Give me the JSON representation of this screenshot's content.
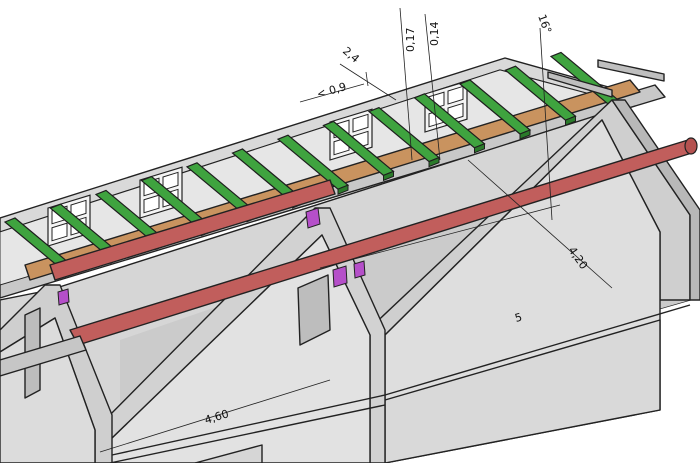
{
  "dimensions": {
    "rafter_spacing": "2,4",
    "offset_max": "< 0,9",
    "thickness_a": "0,17",
    "thickness_b": "0,14",
    "roof_pitch": "16°",
    "width_upper": "4,20",
    "length_mid": "5",
    "length_lower": "4,60"
  },
  "colors": {
    "wall": "#cfcfcf",
    "wall_light": "#e4e4e4",
    "wall_dark": "#b5b5b5",
    "floor": "#d3d3d3",
    "rafter_green": "#3fa33f",
    "rafter_green_dark": "#2a7a2a",
    "purlin_wood": "#c9935f",
    "beam_red": "#bf5a58",
    "beam_grey": "#c2c2c2",
    "bracket_purple": "#b34fc9"
  },
  "icons": [
    "dormer-window-icon",
    "purple-bracket-icon"
  ]
}
